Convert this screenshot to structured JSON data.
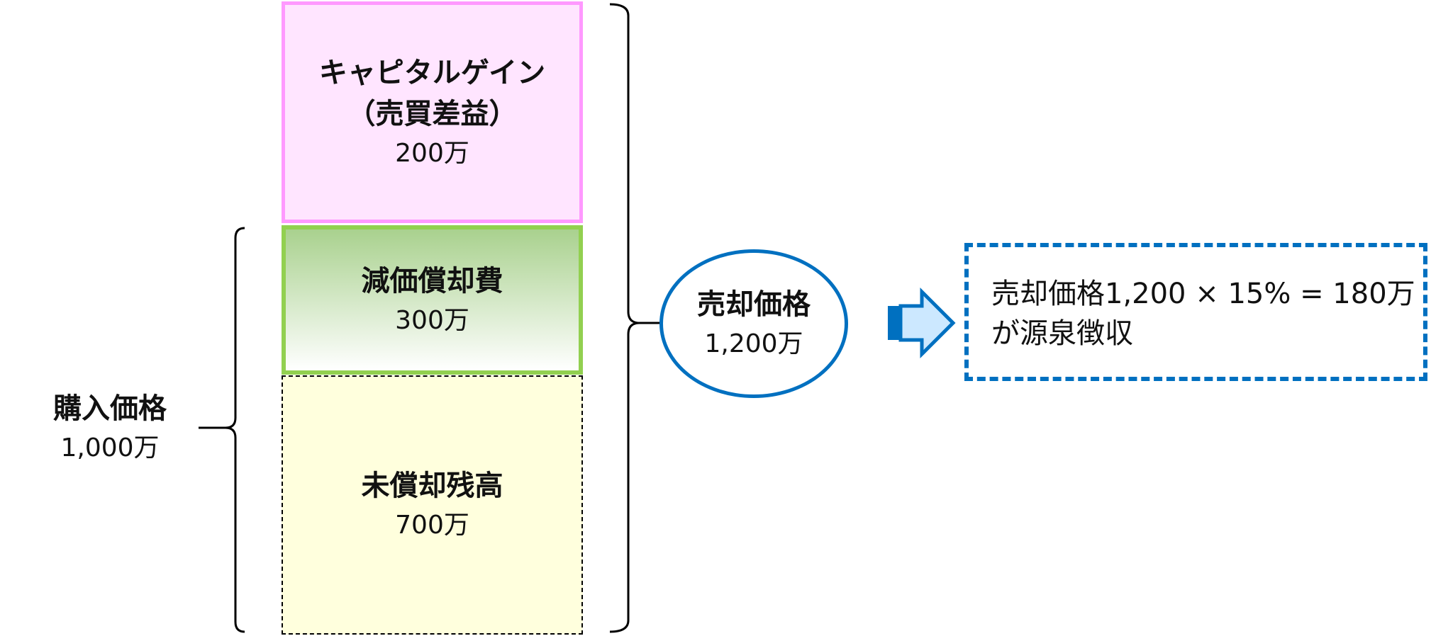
{
  "blocks": {
    "capital_gain": {
      "title": "キャピタルゲイン",
      "subtitle": "（売買差益）",
      "amount": "200万"
    },
    "depreciation": {
      "title": "減価償却費",
      "amount": "300万"
    },
    "unamortized": {
      "title": "未償却残高",
      "amount": "700万"
    }
  },
  "purchase_price": {
    "label": "購入価格",
    "amount": "1,000万"
  },
  "sale_price": {
    "label": "売却価格",
    "amount": "1,200万"
  },
  "note": {
    "line1": "売却価格1,200 × 15% = 180万",
    "line2": "が源泉徴収"
  },
  "colors": {
    "pink_border": "#FF99FF",
    "pink_fill": "#FFE5FF",
    "green_border": "#92D050",
    "yellow_fill": "#FFFFDD",
    "blue": "#0070C0",
    "arrow_fill": "#CCE8FF"
  }
}
